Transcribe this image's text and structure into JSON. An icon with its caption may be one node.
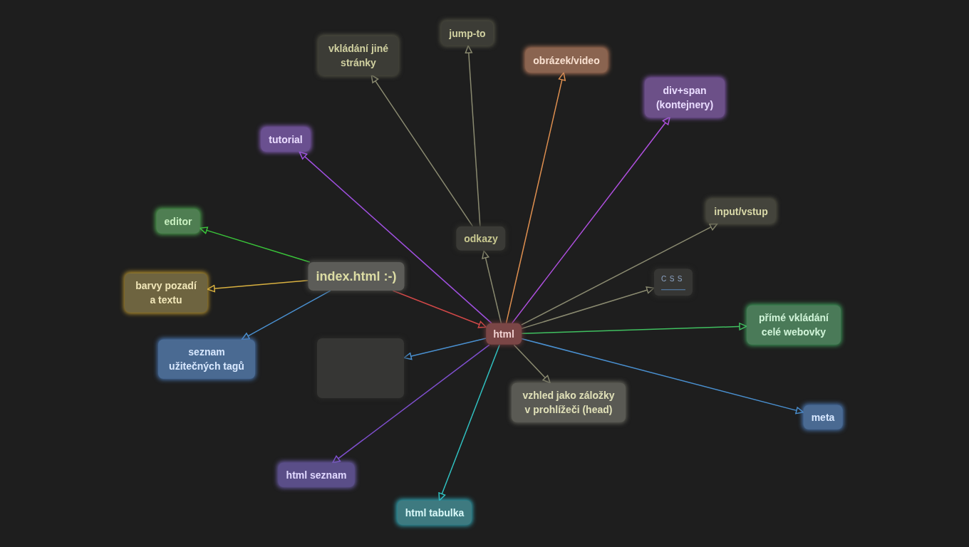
{
  "diagram": {
    "nodes": [
      {
        "text": [
          "index.html :-)"
        ]
      },
      {
        "text": [
          "editor"
        ]
      },
      {
        "text": [
          "barvy pozadí a textu"
        ]
      },
      {
        "text": [
          "seznam užitečných tagů"
        ]
      },
      {
        "text": [
          "html"
        ]
      },
      {
        "text": [
          "odkazy"
        ]
      },
      {
        "text": [
          "vkládání jiné stránky"
        ]
      },
      {
        "text": [
          "jump-to"
        ]
      },
      {
        "text": [
          "obrázek/video"
        ]
      },
      {
        "text": [
          "tutorial"
        ]
      },
      {
        "text": [
          "div+span (kontejnery)"
        ]
      },
      {
        "text": [
          "input/vstup"
        ]
      },
      {
        "text": [
          "CSS"
        ]
      },
      {
        "text": [
          "přímé vkládání celé webovky"
        ]
      },
      {
        "text": [
          "meta"
        ]
      },
      {
        "text": [
          "vzhled jako záložky v prohlížeči (head)"
        ]
      },
      {
        "text": [],
        "shape": "box"
      },
      {
        "text": [
          "html seznam"
        ]
      },
      {
        "text": [
          "html tabulka"
        ]
      }
    ],
    "edges": [
      {
        "from": 0,
        "to": 1,
        "arrow": "to",
        "color": "#3ac43a"
      },
      {
        "from": 0,
        "to": 2,
        "arrow": "to",
        "color": "#d8b040"
      },
      {
        "from": 0,
        "to": 3,
        "arrow": "to",
        "color": "#4a90d0"
      },
      {
        "from": 0,
        "to": 4,
        "arrow": "to",
        "color": "#d04848"
      },
      {
        "from": 4,
        "to": 5,
        "arrow": "to"
      },
      {
        "from": 5,
        "to": 6,
        "arrow": "to"
      },
      {
        "from": 5,
        "to": 7,
        "arrow": "to"
      },
      {
        "from": 4,
        "to": 8,
        "arrow": "to",
        "color": "#e09050"
      },
      {
        "from": 4,
        "to": 9,
        "arrow": "to",
        "color": "#a050e0"
      },
      {
        "from": 4,
        "to": 10,
        "arrow": "to",
        "color": "#b050e0"
      },
      {
        "from": 4,
        "to": 11,
        "arrow": "to"
      },
      {
        "from": 4,
        "to": 12,
        "arrow": "to"
      },
      {
        "from": 4,
        "to": 13,
        "arrow": "to",
        "color": "#40c060"
      },
      {
        "from": 4,
        "to": 14,
        "arrow": "to",
        "color": "#4a90d0"
      },
      {
        "from": 4,
        "to": 15,
        "arrow": "to"
      },
      {
        "from": 4,
        "to": 16,
        "arrow": "to",
        "color": "#4a90d0"
      },
      {
        "from": 4,
        "to": 17,
        "arrow": "to",
        "color": "#8050d0"
      },
      {
        "from": 4,
        "to": 18,
        "arrow": "to",
        "color": "#30c0c0"
      }
    ]
  }
}
